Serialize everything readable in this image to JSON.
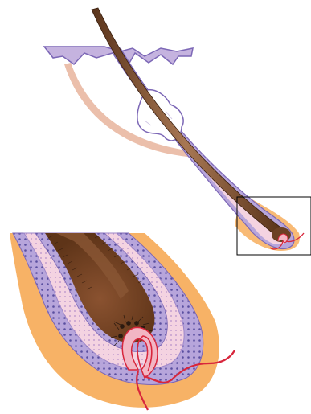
{
  "figure": {
    "subject": "hair-follicle-cross-section",
    "panels": [
      "overview",
      "bulb-detail"
    ],
    "labels": []
  },
  "colors": {
    "background": "#ffffff",
    "epidermis": "#c5b3df",
    "epidermis_edge": "#7c67b6",
    "hair_shaft": "#6b4024",
    "hair_shaft_light": "#a77753",
    "inner_sheath": "#f4d3e1",
    "outer_sheath": "#b7a5db",
    "sheath_dots": "#5a4fa0",
    "fat_layer": "#f7b266",
    "muscle": "#e9b8a2",
    "papilla": "#f2b6c4",
    "vessel": "#d8263c",
    "sebaceous_gland": "#ffffff",
    "inset_frame": "#000000",
    "melanocytes": "#2b1a10"
  }
}
